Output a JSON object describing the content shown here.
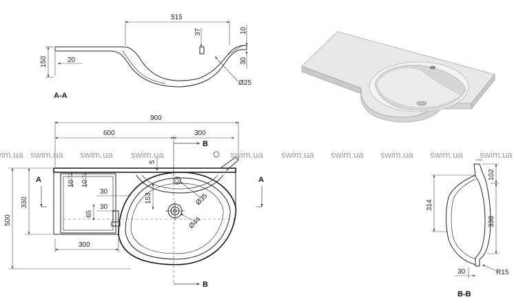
{
  "watermark": "swim.ua",
  "views": {
    "section_aa": {
      "label": "A-A",
      "dims": {
        "width": "515",
        "depth": "37",
        "rim": "10",
        "height": "150",
        "ledge": "20",
        "drain_h": "30",
        "drain_d": "Ø25"
      }
    },
    "plan": {
      "dims": {
        "overall": "900",
        "left": "600",
        "bowl_offset": "300",
        "bowl_offset_b": "300",
        "depth": "500",
        "inner": "330",
        "tap_off": "5",
        "rim10a": "10",
        "rim10b": "10",
        "d30a": "30",
        "d30b": "30",
        "d65": "65",
        "d153": "153",
        "tap_hole": "Ø35",
        "drain_hole": "Ø44"
      },
      "markers": {
        "a_left": "A",
        "a_right": "A",
        "b_top": "B",
        "b_bottom": "B"
      }
    },
    "section_bb": {
      "label": "B-B",
      "dims": {
        "h314": "314",
        "h102": "102",
        "h338": "338",
        "w30": "30",
        "radius": "R15"
      }
    }
  }
}
